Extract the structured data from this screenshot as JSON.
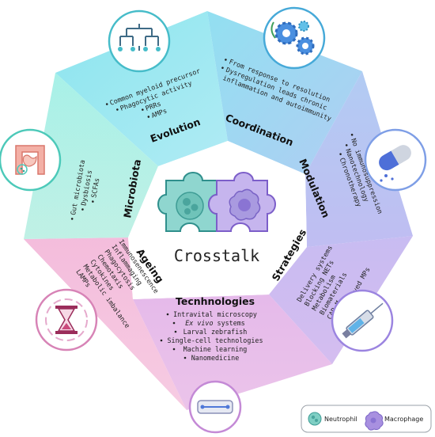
{
  "center": {
    "title": "Crosstalk"
  },
  "segments": {
    "evolution": {
      "title": "Evolution",
      "items": [
        "Common myeloid precursor",
        "Phagocytic activity",
        "PRRs",
        "AMPs"
      ]
    },
    "coordination": {
      "title": "Coordination",
      "items": [
        "From response to resolution",
        "Dysregulation leads chronic",
        "inflammation and autoimmunity"
      ]
    },
    "modulation": {
      "title": "Modulation",
      "items": [
        "No immunosuppression",
        "Nanotechnology",
        "Chronotherapy"
      ]
    },
    "strategies": {
      "title": "Strategies",
      "items": [
        "Delivery systems",
        "Blocking NETs",
        "Metabolism",
        "Biomaterials",
        "CAR-M",
        "iPSC-derived MPs"
      ]
    },
    "technologies": {
      "title": "Tecnhnologies",
      "items": [
        "Intravital microscopy",
        "Ex vivo systems",
        "Larval zebrafish",
        "Single-cell technologies",
        "Machine learning",
        "Nanomedicine"
      ]
    },
    "ageing": {
      "title": "Ageing",
      "items": [
        "Immunosenescence",
        "Inflammaging",
        "Phagocytosis",
        "Chemotaxis",
        "Cytokines",
        "Metabolic imbalance",
        "LAMPs"
      ]
    },
    "microbiota": {
      "title": "Microbiota",
      "items": [
        "Gut microbiota",
        "Dysbiosis",
        "SCFAs"
      ]
    }
  },
  "legend": {
    "neutrophil": "Neutrophil",
    "macrophage": "Macrophage"
  },
  "icons": {
    "evolution": "phylogenetic-tree-icon",
    "coordination": "gears-icon",
    "modulation": "capsule-icon",
    "strategies": "syringe-icon",
    "technologies": "microfluidic-chip-icon",
    "ageing": "hourglass-icon",
    "microbiota": "intestine-icon"
  },
  "colors": {
    "evolution": "#8fe3ee",
    "coordination": "#8fd9f0",
    "modulation": "#a9c0f2",
    "strategies": "#c9b4f0",
    "technologies": "#e4b0e6",
    "ageing": "#f4b4d8",
    "microbiota": "#a5efe6",
    "neutrophil": "#7fcfc4",
    "macrophage": "#a890e0"
  }
}
